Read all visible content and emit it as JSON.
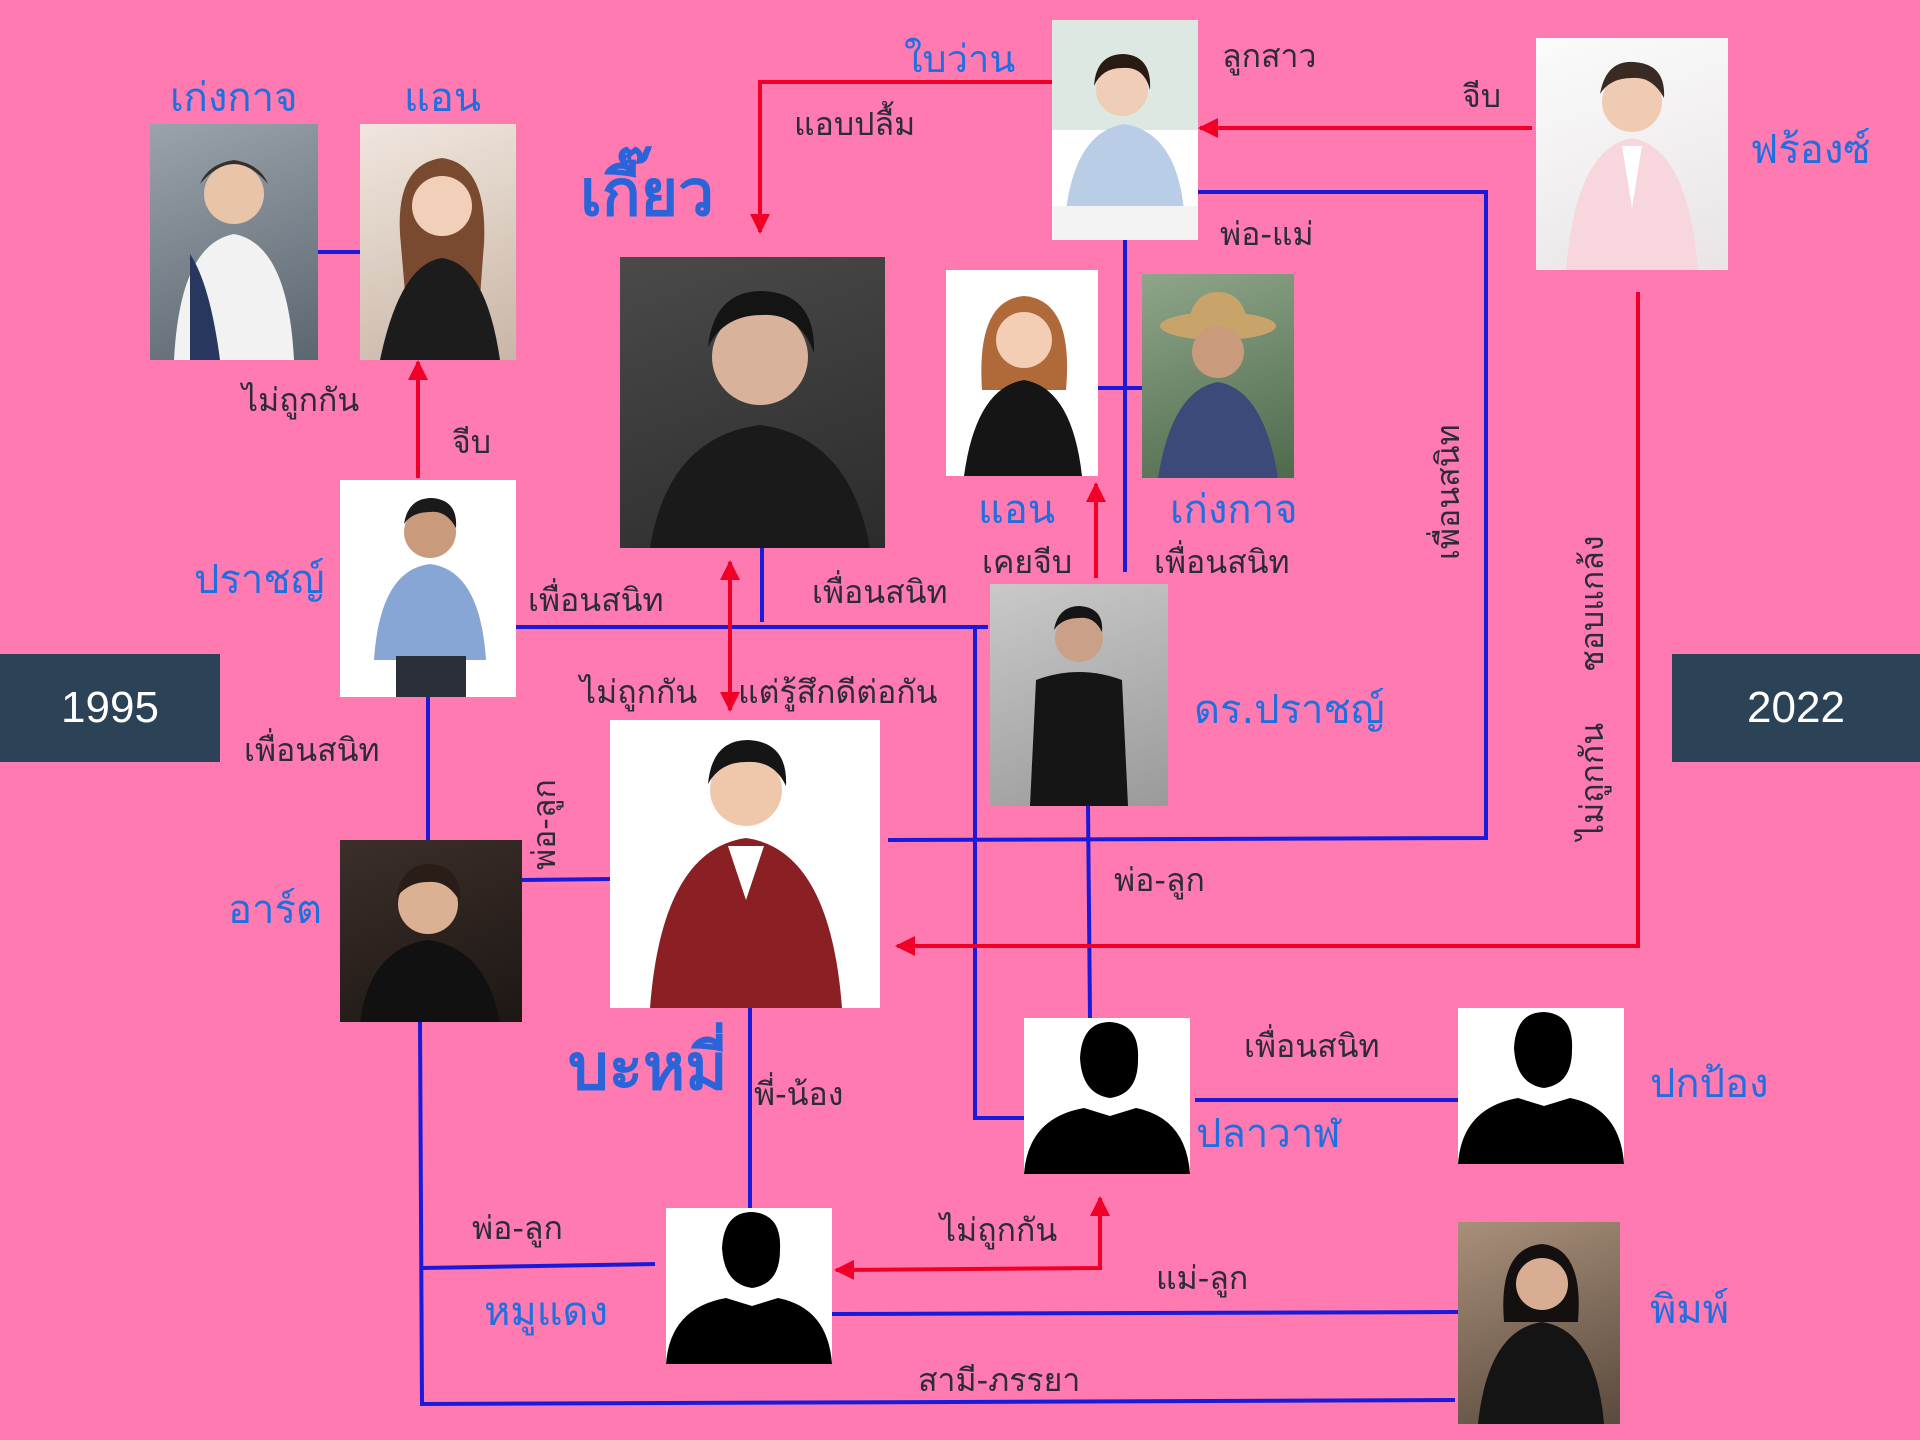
{
  "years": {
    "left": "1995",
    "right": "2022"
  },
  "names": {
    "keng_kaj_1995": "เก่งกาจ",
    "ann_1995": "แอน",
    "kiew": "เกี๊ยว",
    "prach": "ปราชญ์",
    "art": "อาร์ต",
    "bami": "บะหมี่",
    "ann_2022": "แอน",
    "keng_kaj_2022": "เก่งกาจ",
    "dr_prach": "ดร.ปราชญ์",
    "france": "ฟร้องซ์",
    "plawal": "ปลาวาฬ",
    "pokpong": "ปกป้อง",
    "moodaeng": "หมูแดง",
    "pim": "พิมพ์"
  },
  "relations": {
    "baiwan": "ใบว่าน",
    "luk_sao": "ลูกสาว",
    "jeeb_france": "จีบ",
    "aeb_plum": "แอบปลื้ม",
    "por_mae": "พ่อ-แม่",
    "mai_took_kan_1995": "ไม่ถูกกัน",
    "jeeb_prach": "จีบ",
    "puan_sanit_prach_kiew": "เพื่อนสนิท",
    "puan_sanit_kiew_dr": "เพื่อนสนิท",
    "koey_jeeb": "เคยจีบ",
    "puan_sanit_keng": "เพื่อนสนิท",
    "puan_sanit_vertical": "เพื่อนสนิท",
    "mai_took_kan_kiew": "ไม่ถูกกัน",
    "tae_ruesuek": "แต่รู้สึกดีต่อกัน",
    "puan_sanit_prach_art": "เพื่อนสนิท",
    "por_luk_art_bami": "พ่อ-ลูก",
    "por_luk_dr": "พ่อ-ลูก",
    "mai_took_kan_france": "ไม่ถูกกัน",
    "chob_kae_klang": "ชอบแกล้ง",
    "puan_sanit_plawal": "เพื่อนสนิท",
    "pee_nong": "พี่-น้อง",
    "por_luk_moodaeng": "พ่อ-ลูก",
    "mai_took_kan_moodaeng": "ไม่ถูกกัน",
    "mae_luk": "แม่-ลูก",
    "samee_panraya": "สามี-ภรรยา"
  },
  "colors": {
    "background": "#ff7ab0",
    "line_blue": "#1a1adb",
    "line_red": "#f00026",
    "name_blue": "#1f6fe0",
    "year_box": "#2c4257"
  }
}
